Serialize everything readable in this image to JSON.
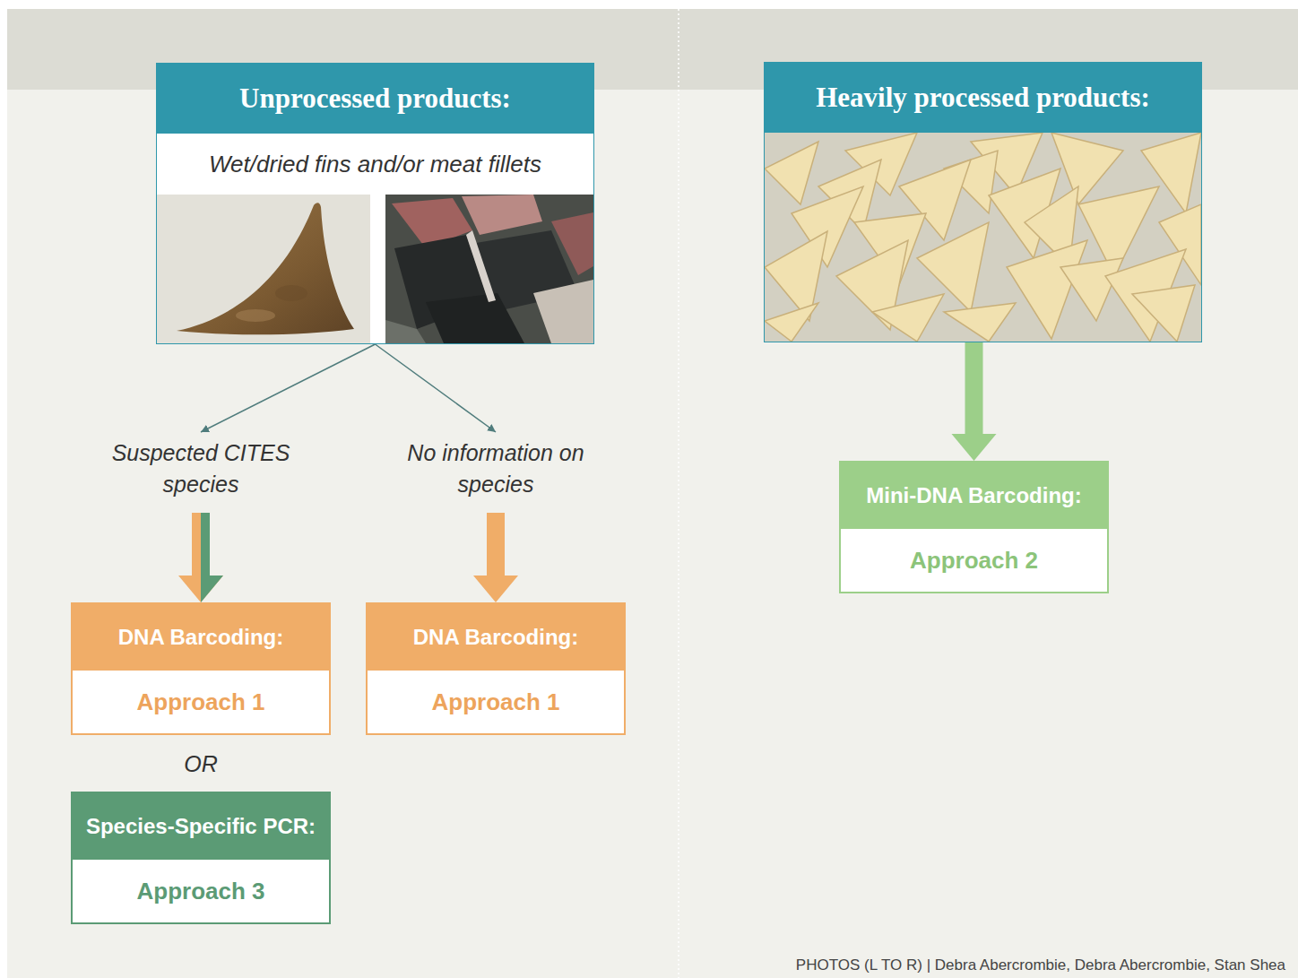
{
  "diagram": {
    "nodes": [
      {
        "text": [
          "Unprocessed products:",
          "Wet/dried fins and/or meat fillets"
        ]
      },
      {
        "text": [
          "Heavily processed products:"
        ]
      },
      {
        "text": [
          "Suspected CITES species"
        ]
      },
      {
        "text": [
          "No information on species"
        ]
      },
      {
        "text": [
          "DNA Barcoding:",
          "Approach 1"
        ]
      },
      {
        "text": [
          "DNA Barcoding:",
          "Approach 1"
        ]
      },
      {
        "text": [
          "Species-Specific PCR:",
          "Approach 3"
        ]
      },
      {
        "text": [
          "Mini-DNA Barcoding:",
          "Approach 2"
        ]
      }
    ],
    "edges": [
      {
        "from": 0,
        "to": 2,
        "arrow": "to"
      },
      {
        "from": 0,
        "to": 3,
        "arrow": "to"
      },
      {
        "from": 2,
        "to": 4,
        "arrow": "to"
      },
      {
        "from": 3,
        "to": 5,
        "arrow": "to"
      },
      {
        "from": 1,
        "to": 7,
        "arrow": "to"
      }
    ],
    "labels": [
      "OR",
      "PHOTOS (L TO R) | Debra Abercrombie, Debra Abercrombie, Stan Shea"
    ]
  }
}
